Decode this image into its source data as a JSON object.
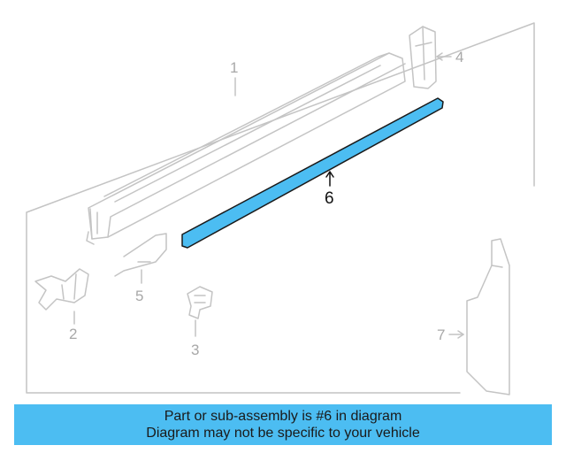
{
  "diagram": {
    "callouts": {
      "c1": "1",
      "c2": "2",
      "c3": "3",
      "c4": "4",
      "c5": "5",
      "c6": "6",
      "c7": "7"
    },
    "highlight_color": "#4cbdf2",
    "line_color": "#c4c4c4"
  },
  "banner": {
    "line1": "Part or sub-assembly is #6 in diagram",
    "line2": "Diagram may not be specific to your vehicle",
    "background": "#4cbdf2"
  }
}
